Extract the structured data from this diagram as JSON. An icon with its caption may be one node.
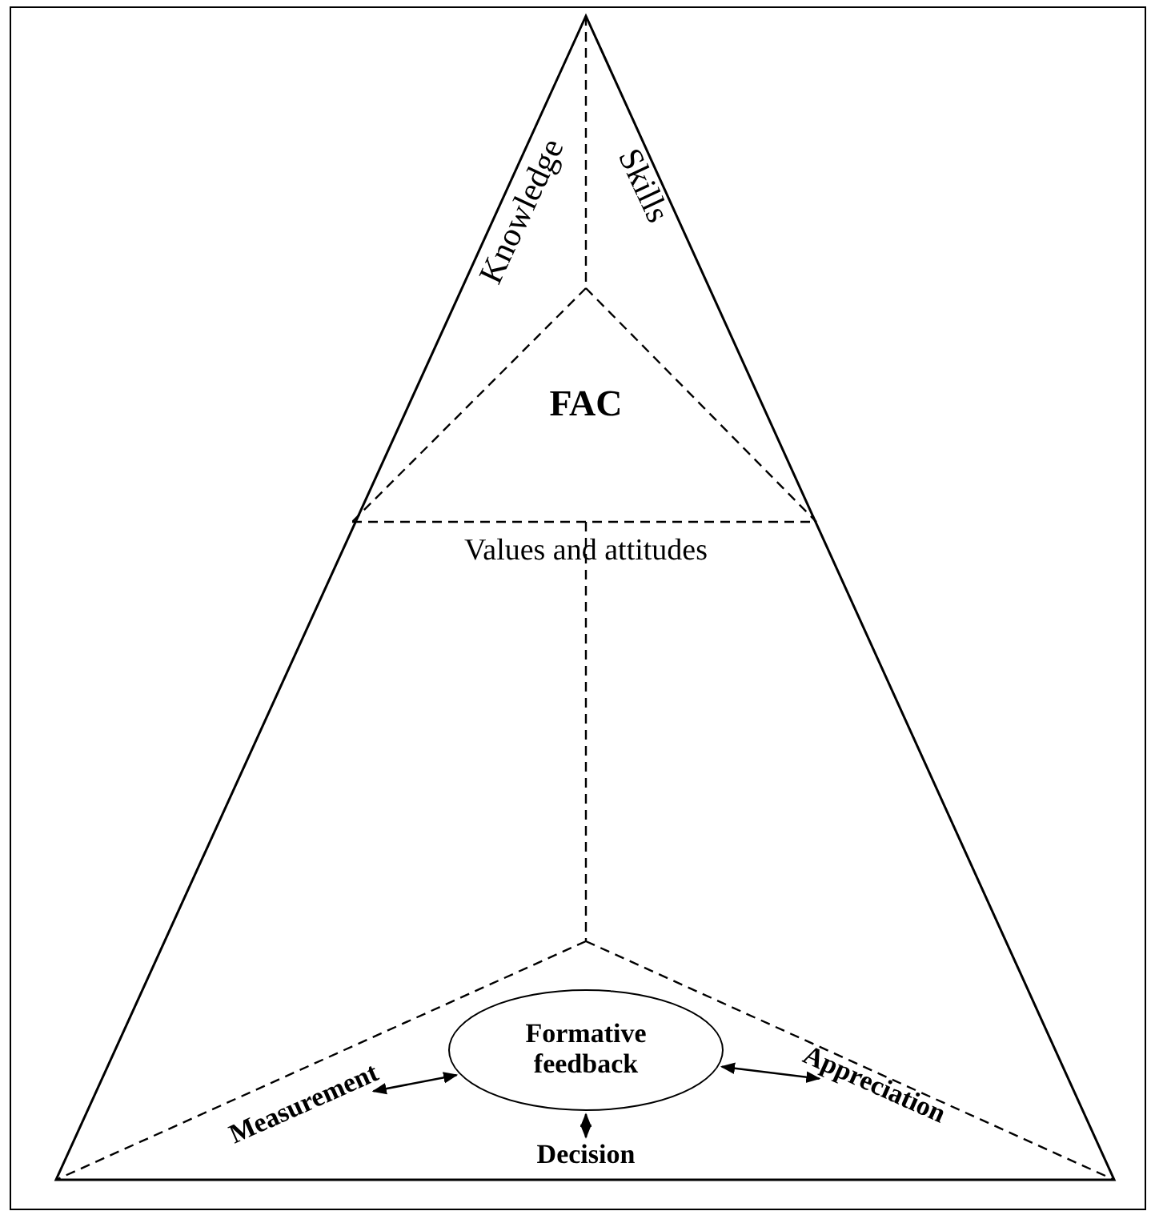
{
  "diagram": {
    "nodes": [
      {
        "text": [
          "Measurement"
        ]
      },
      {
        "text": [
          "Formative feedback"
        ]
      },
      {
        "text": [
          "Appreciation"
        ]
      },
      {
        "text": [
          "Decision"
        ]
      }
    ],
    "edges": [
      {
        "from": 0,
        "to": 1,
        "arrow": "both"
      },
      {
        "from": 1,
        "to": 2,
        "arrow": "both"
      },
      {
        "from": 1,
        "to": 3,
        "arrow": "both"
      }
    ],
    "labels": [
      "Knowledge",
      "Skills",
      "FAC",
      "Values and attitudes"
    ]
  }
}
